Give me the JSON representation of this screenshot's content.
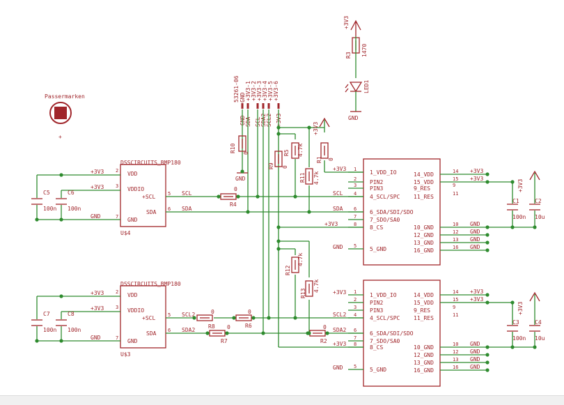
{
  "fiducial": {
    "label": "Passermarken",
    "cross": "+"
  },
  "connector": {
    "name": "53261-06",
    "pins": [
      "GND",
      "+3V3-1",
      "+3V3-2",
      "+3V3-3",
      "+3V3-4",
      "+3V3-5",
      "+3V3-6"
    ],
    "pin_nets": [
      "GND",
      "SDA",
      "SCL",
      "SDA2",
      "SCL2",
      "+3V3"
    ]
  },
  "led_section": {
    "supply": "+3V3",
    "resistor": "R3",
    "resistor_value": "1470",
    "led": "LED1",
    "ground": "GND"
  },
  "sensors": [
    {
      "name": "DSSCIRCUITS_BMP180",
      "ref": "U$4",
      "pins": [
        "VDD",
        "VDDIO",
        "+SCL",
        "SDA",
        "GND"
      ],
      "pin_nums": [
        "2",
        "3",
        "5",
        "6",
        "7"
      ]
    },
    {
      "name": "DSSCIRCUITS_BMP180",
      "ref": "U$3",
      "pins": [
        "VDD",
        "VDDIO",
        "+SCL",
        "SDA",
        "GND"
      ],
      "pin_nums": [
        "2",
        "3",
        "5",
        "6",
        "7"
      ]
    }
  ],
  "chips": [
    {
      "left": [
        "1_VDD_IO",
        "PIN2",
        "PIN3",
        "4_SCL/SPC",
        "6_SDA/SDI/SDO",
        "7_SDO/SA0",
        "8_CS",
        "5_GND"
      ],
      "left_nums": [
        "1",
        "2",
        "3",
        "4",
        "6",
        "7",
        "8",
        "5"
      ],
      "right": [
        "14_VDD",
        "15_VDD",
        "9_RES",
        "11_RES",
        "10_GND",
        "12_GND",
        "13_GND",
        "16_GND"
      ],
      "right_nums": [
        "14",
        "15",
        "9",
        "11",
        "10",
        "12",
        "13",
        "16"
      ]
    },
    {
      "left": [
        "1_VDD_IO",
        "PIN2",
        "PIN3",
        "4_SCL/SPC",
        "6_SDA/SDI/SDO",
        "7_SDO/SA0",
        "8_CS",
        "5_GND"
      ],
      "left_nums": [
        "1",
        "2",
        "3",
        "4",
        "6",
        "7",
        "8",
        "5"
      ],
      "right": [
        "14_VDD",
        "15_VDD",
        "9_RES",
        "11_RES",
        "10_GND",
        "12_GND",
        "13_GND",
        "16_GND"
      ],
      "right_nums": [
        "14",
        "15",
        "9",
        "11",
        "10",
        "12",
        "13",
        "16"
      ]
    }
  ],
  "nets": {
    "v33": "+3V3",
    "gnd": "GND",
    "scl": "SCL",
    "sda": "SDA",
    "scl2": "SCL2",
    "sda2": "SDA2"
  },
  "capacitors": [
    {
      "ref": "C5",
      "value": "100n"
    },
    {
      "ref": "C6",
      "value": "100n"
    },
    {
      "ref": "C7",
      "value": "100n"
    },
    {
      "ref": "C8",
      "value": "100n"
    },
    {
      "ref": "C1",
      "value": "100n"
    },
    {
      "ref": "C2",
      "value": "10u"
    },
    {
      "ref": "C3",
      "value": "100n"
    },
    {
      "ref": "C4",
      "value": "10u"
    }
  ],
  "resistors": [
    {
      "ref": "R10",
      "value": "0"
    },
    {
      "ref": "R9",
      "value": "0"
    },
    {
      "ref": "R5",
      "value": "4.7k"
    },
    {
      "ref": "R11",
      "value": "4.7k"
    },
    {
      "ref": "R1",
      "value": "0"
    },
    {
      "ref": "R4",
      "value": "0"
    },
    {
      "ref": "R12",
      "value": "4.7k"
    },
    {
      "ref": "R13",
      "value": "4.7k"
    },
    {
      "ref": "R8",
      "value": "0"
    },
    {
      "ref": "R6",
      "value": "0"
    },
    {
      "ref": "R7",
      "value": "0"
    },
    {
      "ref": "R2",
      "value": "0"
    }
  ]
}
